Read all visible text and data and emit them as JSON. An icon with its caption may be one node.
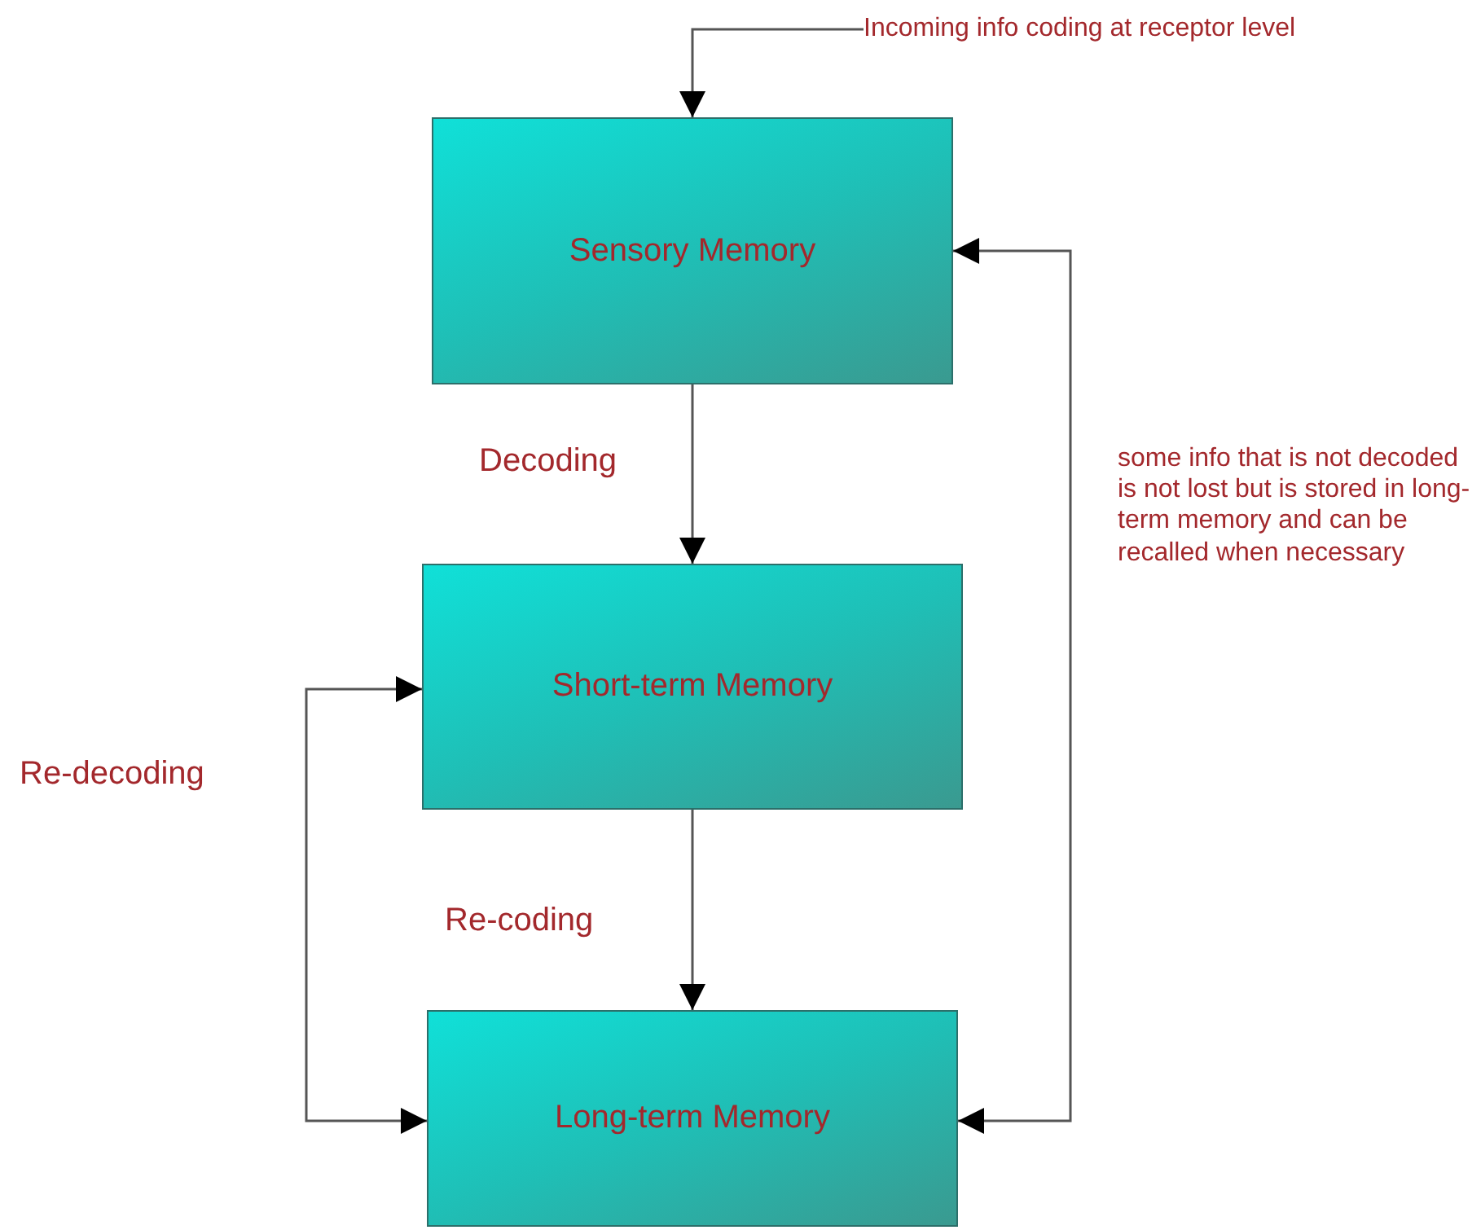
{
  "diagram": {
    "nodes": [
      {
        "text": [
          "Incoming info coding at receptor level"
        ]
      },
      {
        "text": [
          "Sensory Memory"
        ]
      },
      {
        "text": [
          "Short-term Memory"
        ]
      },
      {
        "text": [
          "Long-term Memory"
        ]
      }
    ],
    "edges": [
      {
        "from": 0,
        "to": 1,
        "arrow": "to"
      },
      {
        "from": 1,
        "to": 2,
        "arrow": "to",
        "label": "Decoding"
      },
      {
        "from": 2,
        "to": 3,
        "arrow": "to",
        "label": "Re-coding"
      },
      {
        "from": 2,
        "to": 3,
        "arrow": "both",
        "label": "Re-decoding"
      },
      {
        "from": 1,
        "to": 3,
        "arrow": "both",
        "label": "some info that is not decoded is not lost but is stored in long-term memory and can be recalled when necessary"
      }
    ]
  }
}
